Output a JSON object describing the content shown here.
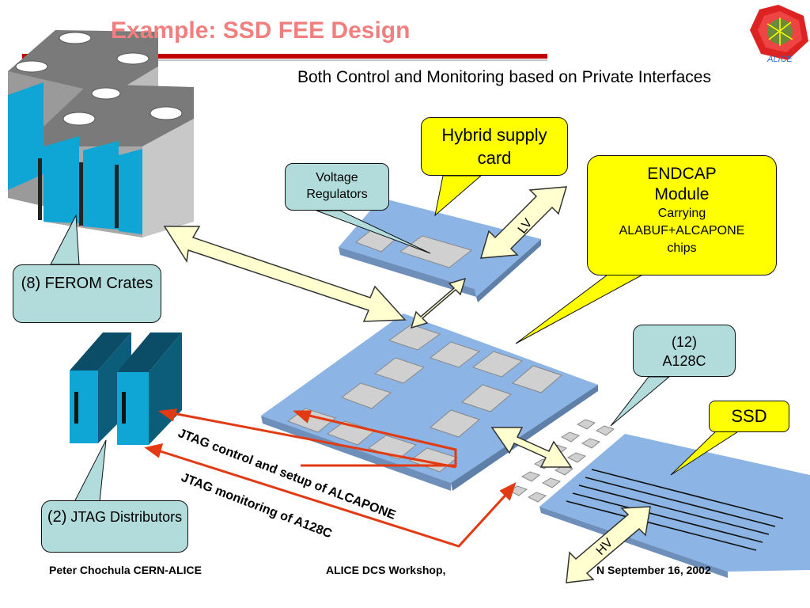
{
  "slide": {
    "title": "Example: SSD FEE Design",
    "subtitle": "Both Control and Monitoring based on Private Interfaces",
    "logo_text": "ALICE"
  },
  "callouts": {
    "ferom": "(8) FEROM Crates",
    "jtag_prefix": "(2)",
    "jtag_name": "JTAG Distributors",
    "voltage": "Voltage Regulators",
    "hybrid": "Hybrid supply card",
    "endcap_title": "ENDCAP Module",
    "endcap_sub1": "Carrying",
    "endcap_sub2": "ALABUF+ALCAPONE",
    "endcap_sub3": "chips",
    "a128c_count": "(12)",
    "a128c_name": "A128C",
    "ssd": "SSD"
  },
  "labels": {
    "lv": "LV",
    "hv": "HV",
    "jtag_control": "JTAG   control and setup of ALCAPONE",
    "jtag_monitor": "JTAG   monitoring of A128C"
  },
  "footer": {
    "left": "Peter Chochula CERN-ALICE",
    "center": "ALICE DCS Workshop,",
    "right": "N  September 16, 2002"
  },
  "colors": {
    "title": "#f07f7f",
    "callout_teal": "#b2dcdc",
    "callout_yellow": "#ffff00",
    "board_blue": "#8cb4e4",
    "chip_gray": "#c4c4c4",
    "arrow_fill": "#ffffd0",
    "jtag_red": "#e23a12",
    "crate_blue": "#0fa6d6",
    "title_rule": "#c00000"
  }
}
